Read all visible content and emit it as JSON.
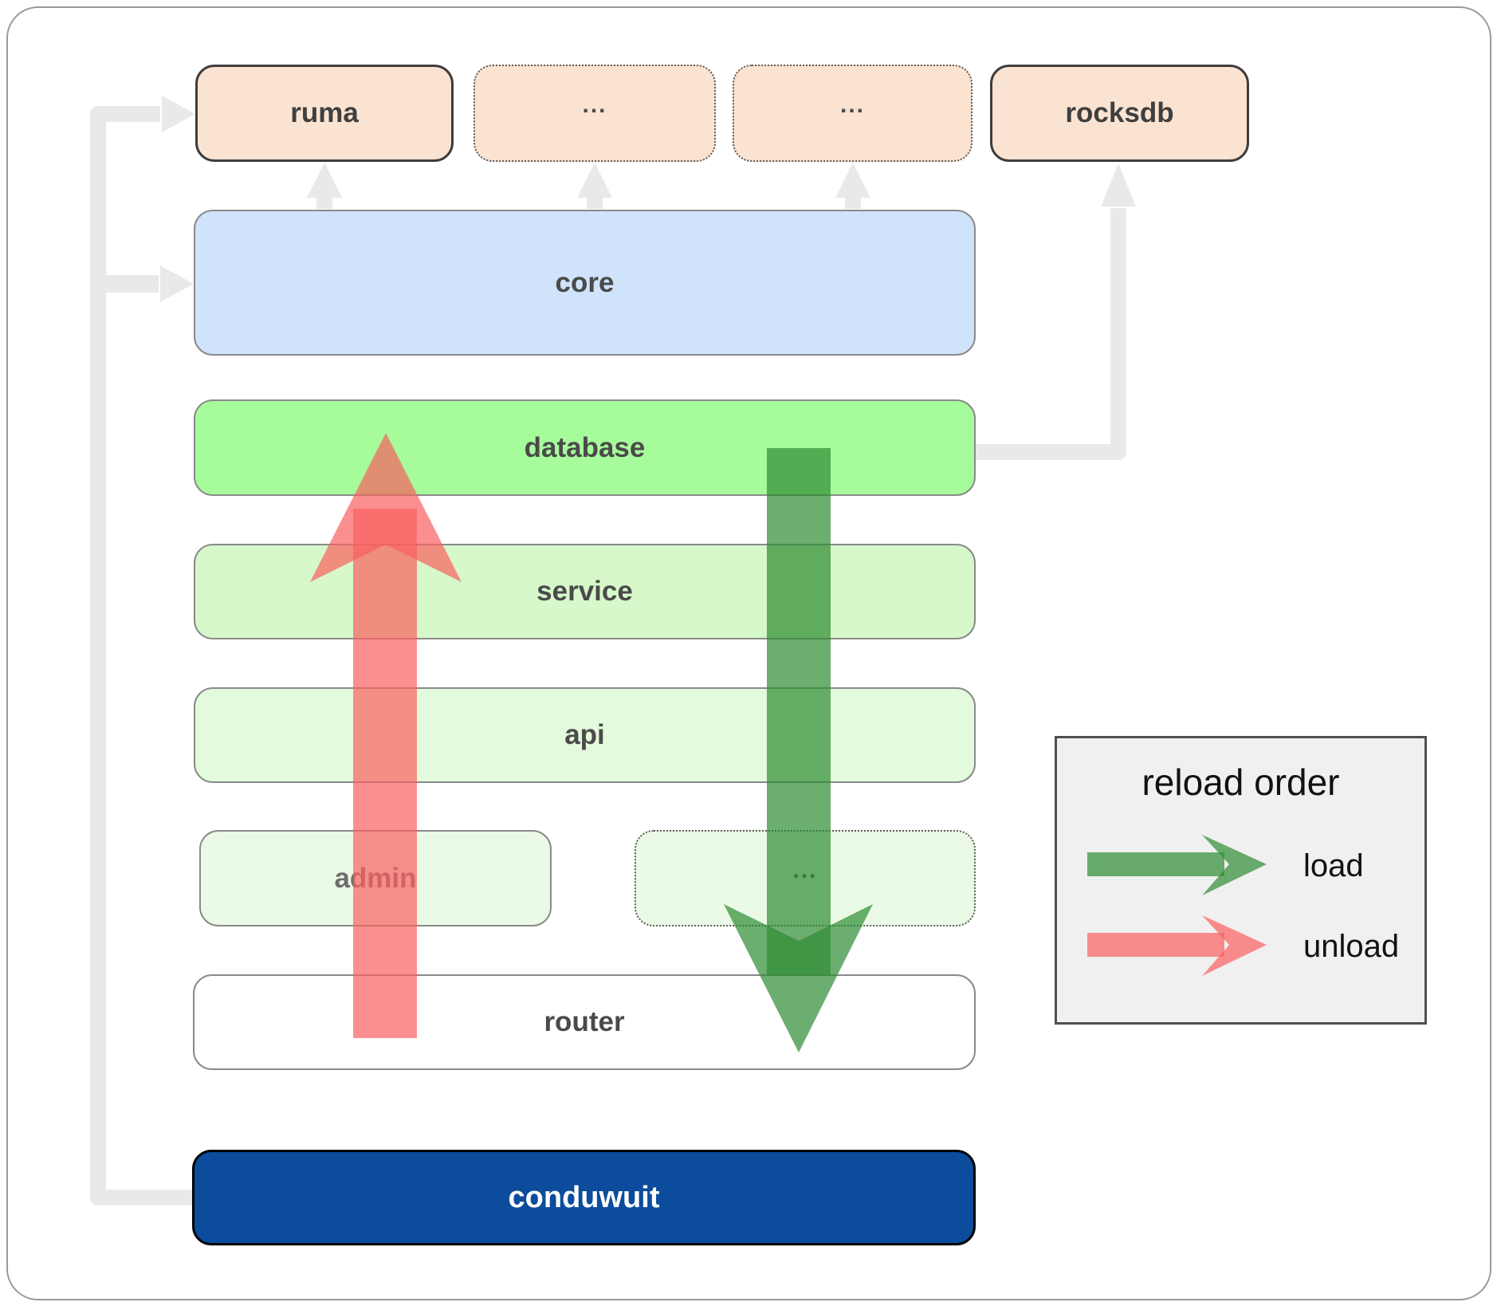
{
  "diagram": {
    "boxes": {
      "ruma": "ruma",
      "ellipsis1": "...",
      "ellipsis2": "...",
      "rocksdb": "rocksdb",
      "core": "core",
      "database": "database",
      "service": "service",
      "api": "api",
      "admin": "admin",
      "ellipsis3": "...",
      "router": "router",
      "conduwuit": "conduwuit"
    },
    "legend": {
      "title": "reload order",
      "load": "load",
      "unload": "unload"
    },
    "colors": {
      "peach": "#fbe3d2",
      "blue": "#cfe3fa",
      "green_bright": "#a6fc9b",
      "green_light": "#d6f8ca",
      "green_lighter": "#e3fadc",
      "green_faint": "#ebfae6",
      "white": "#ffffff",
      "navy": "#0b4c9c",
      "legend_bg": "#f0f0f0",
      "gray_arrow": "#e9e9e9",
      "load_green": "#2d8c32",
      "unload_red": "#fa5f5f"
    }
  }
}
